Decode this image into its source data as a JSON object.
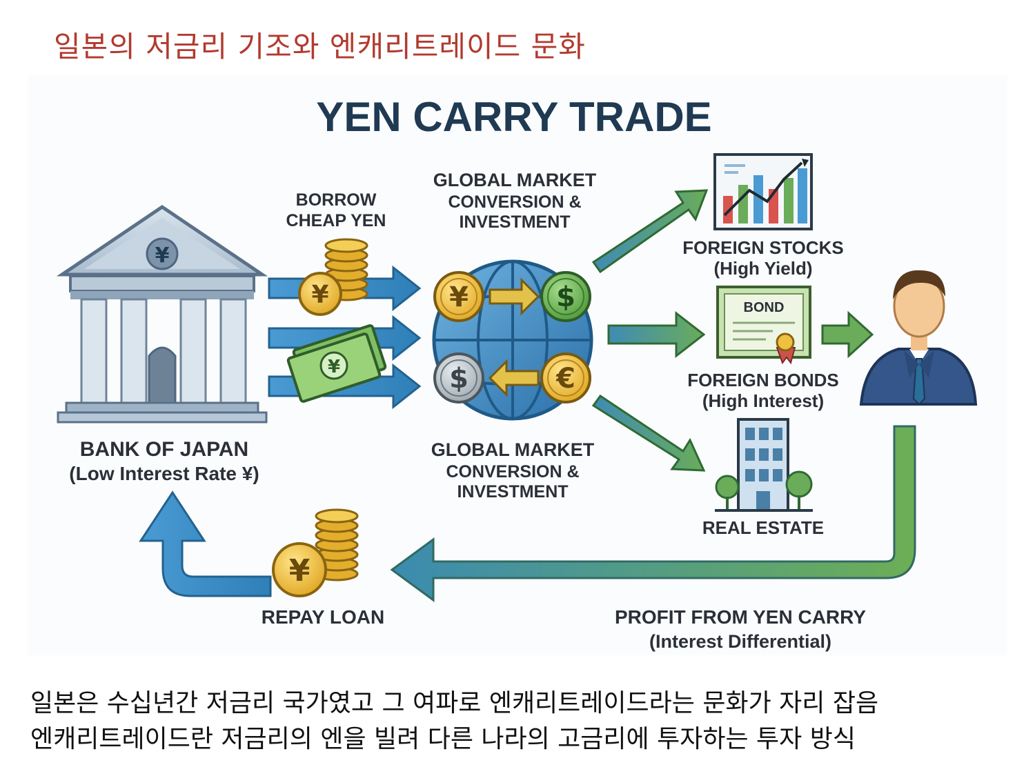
{
  "header": {
    "title": "일본의 저금리 기조와 엔캐리트레이드 문화"
  },
  "diagram": {
    "title": "YEN CARRY TRADE",
    "bank": {
      "name": "BANK OF JAPAN",
      "sub": "(Low Interest Rate ¥)",
      "emblem": "¥"
    },
    "borrow": {
      "line1": "BORROW",
      "line2": "CHEAP YEN"
    },
    "conversion_top": {
      "line1": "GLOBAL MARKET",
      "line2": "CONVERSION &",
      "line3": "INVESTMENT"
    },
    "conversion_bottom": {
      "line1": "GLOBAL MARKET",
      "line2": "CONVERSION &",
      "line3": "INVESTMENT"
    },
    "coins": {
      "yen": "¥",
      "dollar": "$",
      "euro": "€"
    },
    "stocks": {
      "name": "FOREIGN STOCKS",
      "sub": "(High Yield)"
    },
    "bonds": {
      "badge": "BOND",
      "name": "FOREIGN BONDS",
      "sub": "(High Interest)"
    },
    "real_estate": {
      "name": "REAL ESTATE"
    },
    "repay": {
      "label": "REPAY LOAN"
    },
    "profit": {
      "name": "PROFIT FROM YEN CARRY",
      "sub": "(Interest Differential)"
    },
    "colors": {
      "blue": "#3d8fc9",
      "green": "#5aa05a",
      "navy": "#1f3a52",
      "gold": "#e8b730",
      "title_red": "#b23a2e"
    }
  },
  "caption": {
    "line1": "일본은 수십년간 저금리 국가였고 그 여파로 엔캐리트레이드라는 문화가 자리 잡음",
    "line2": "엔캐리트레이드란 저금리의 엔을 빌려 다른 나라의 고금리에 투자하는 투자 방식"
  }
}
